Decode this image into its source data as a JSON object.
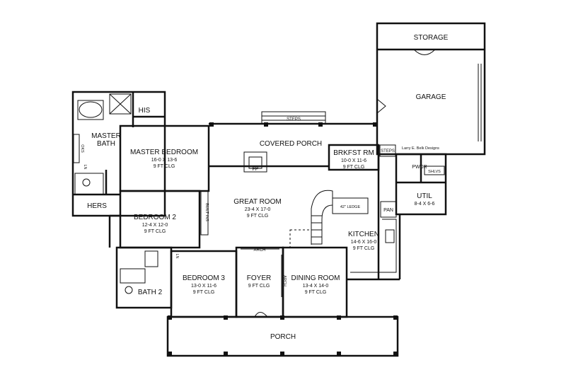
{
  "rooms": {
    "storage": {
      "name": "STORAGE"
    },
    "garage": {
      "name": "GARAGE"
    },
    "his": {
      "name": "HIS"
    },
    "master_bath": {
      "name1": "MASTER",
      "name2": "BATH"
    },
    "steps_top": {
      "name": "STEPS"
    },
    "covered_porch": {
      "name": "COVERED PORCH"
    },
    "master_bedroom": {
      "name": "MASTER BEDROOM",
      "dims": "16-0 X 13-6",
      "clg": "9 FT CLG"
    },
    "brkfst": {
      "name": "BRKFST RM",
      "dims": "10-0 X 11-6",
      "clg": "9 FT CLG"
    },
    "steps_side": {
      "name": "STEPS"
    },
    "fp": {
      "name": "FP"
    },
    "pwdr": {
      "name": "PWDR"
    },
    "shlvs": {
      "name": "SHLVS"
    },
    "util": {
      "name": "UTIL",
      "dims": "8-4 X 6-6"
    },
    "great_room": {
      "name": "GREAT ROOM",
      "dims": "23-4 X 17-0",
      "clg": "9 FT CLG"
    },
    "hers": {
      "name": "HERS"
    },
    "bedroom2": {
      "name": "BEDROOM 2",
      "dims": "12-4 X 12-0",
      "clg": "9 FT CLG"
    },
    "built_ins": {
      "name": "BUILT INS"
    },
    "ledge": {
      "name": "42\" LEDGE"
    },
    "pan": {
      "name": "PAN"
    },
    "kitchen": {
      "name": "KITCHEN",
      "dims": "14-6 X 16-0",
      "clg": "9 FT CLG"
    },
    "arch_top": {
      "name": "ARCH"
    },
    "arch_side": {
      "name": "ARCH"
    },
    "bedroom3": {
      "name": "BEDROOM 3",
      "dims": "13-0 X 11-6",
      "clg": "9 FT CLG"
    },
    "foyer": {
      "name": "FOYER",
      "clg": "9 FT CLG"
    },
    "dining": {
      "name": "DINING ROOM",
      "dims": "13-4 X 14-0",
      "clg": "9 FT CLG"
    },
    "bath2": {
      "name": "BATH 2"
    },
    "porch": {
      "name": "PORCH"
    },
    "ln1": {
      "name": "LN"
    },
    "ln2": {
      "name": "LN"
    },
    "oks": {
      "name": "OKS"
    }
  },
  "credit": "Larry E. Belk Designs"
}
